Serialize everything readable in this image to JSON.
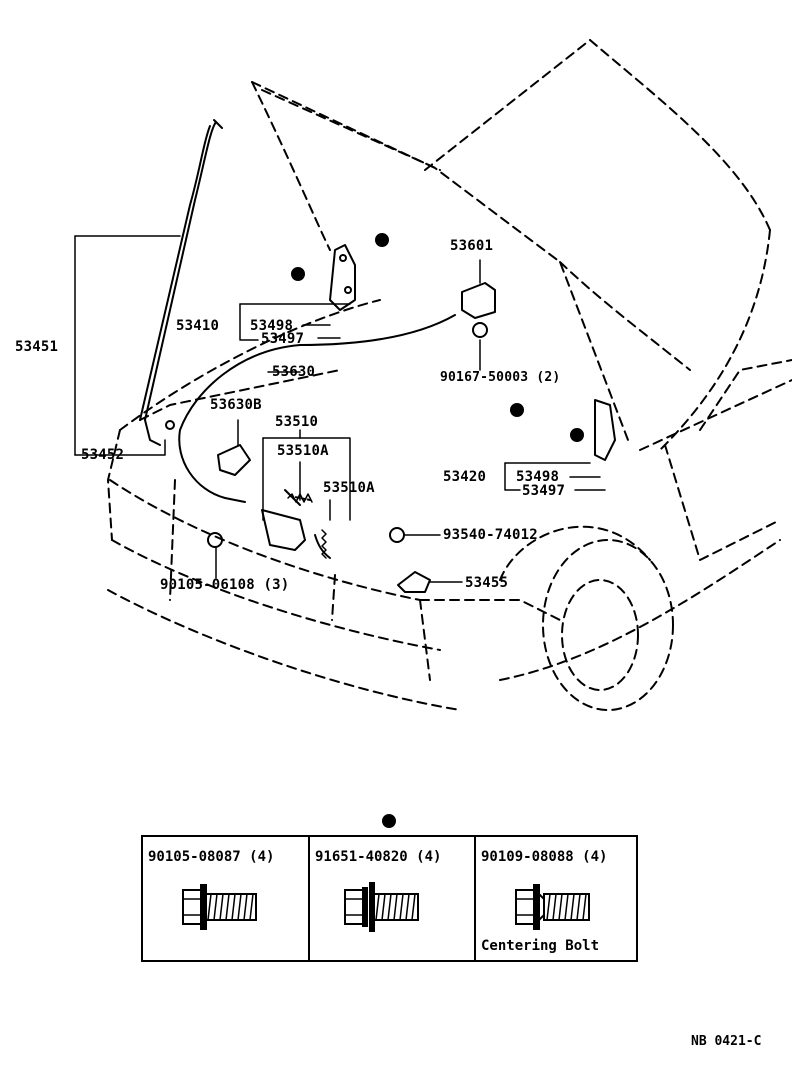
{
  "parts": {
    "p53601": "53601",
    "p53410": "53410",
    "p53498a": "53498",
    "p53497a": "53497",
    "p53451": "53451",
    "p53630": "53630",
    "p90167": "90167-50003 (2)",
    "p53630b": "53630B",
    "p53510": "53510",
    "p53510a1": "53510A",
    "p53510a2": "53510A",
    "p53452": "53452",
    "p53420": "53420",
    "p53498b": "53498",
    "p53497b": "53497",
    "p93540": "93540-74012",
    "p53455": "53455",
    "p90105a": "90105-06108 (3)"
  },
  "fasteners": [
    {
      "part": "90105-08087 (4)",
      "note": ""
    },
    {
      "part": "91651-40820 (4)",
      "note": ""
    },
    {
      "part": "90109-08088 (4)",
      "note": "Centering Bolt"
    }
  ],
  "diagram_code": "NB 0421-C"
}
